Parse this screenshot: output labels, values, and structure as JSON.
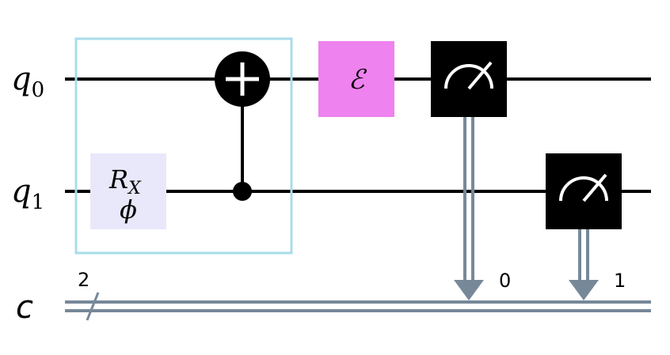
{
  "qubits": [
    {
      "letter": "q",
      "index": "0"
    },
    {
      "letter": "q",
      "index": "1"
    }
  ],
  "classical": {
    "label": "c",
    "width": "2",
    "bits": [
      "0",
      "1"
    ]
  },
  "gates": {
    "rx": {
      "name": "R",
      "subscript": "X",
      "param": "ϕ",
      "color": "#e8e8fa"
    },
    "cx": {
      "color": "#000000",
      "target_symbol": "+"
    },
    "error": {
      "label": "ℰ",
      "color": "#ee82ee"
    },
    "measure": {
      "color": "#000000"
    }
  },
  "group_box": {
    "color": "#a8dcea"
  },
  "colors": {
    "wire": "#000000",
    "classical_wire": "#778899"
  }
}
